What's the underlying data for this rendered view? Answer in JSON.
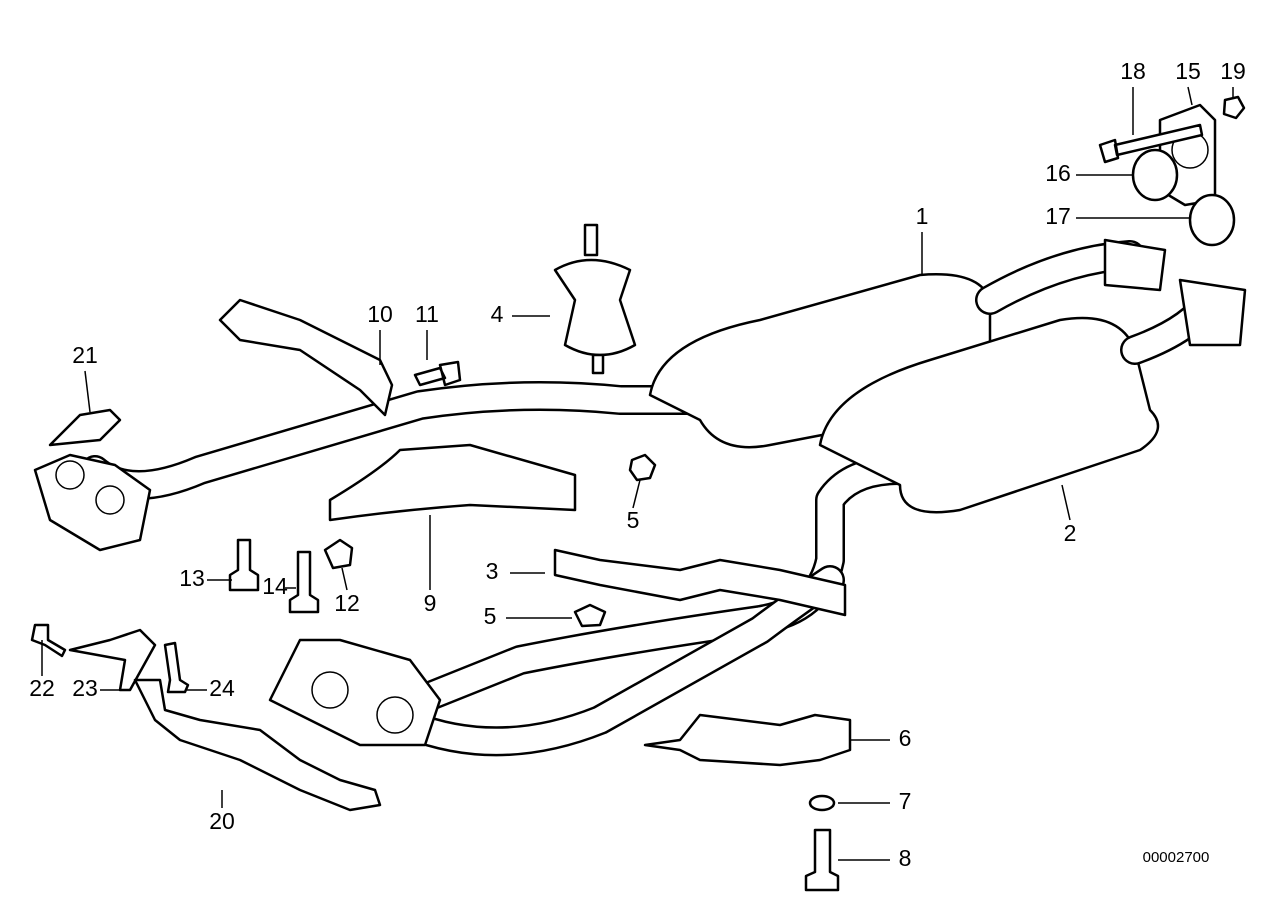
{
  "diagram": {
    "part_labels": [
      "1",
      "2",
      "3",
      "4",
      "5",
      "5",
      "6",
      "7",
      "8",
      "9",
      "10",
      "11",
      "12",
      "13",
      "14",
      "15",
      "16",
      "17",
      "18",
      "19",
      "20",
      "21",
      "22",
      "23",
      "24"
    ],
    "diagram_code": "00002700"
  }
}
